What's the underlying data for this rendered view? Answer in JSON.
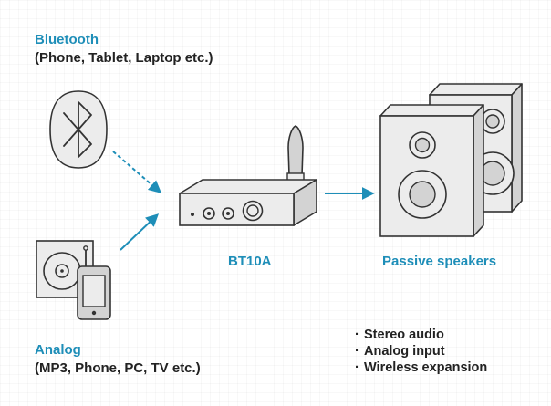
{
  "sources": {
    "bluetooth": {
      "title": "Bluetooth",
      "subtitle": "(Phone, Tablet, Laptop etc.)"
    },
    "analog": {
      "title": "Analog",
      "subtitle": "(MP3, Phone, PC, TV etc.)"
    }
  },
  "device": {
    "label": "BT10A"
  },
  "output": {
    "label": "Passive speakers"
  },
  "features": {
    "bullet": "·",
    "items": [
      "Stereo audio",
      "Analog input",
      "Wireless expansion"
    ]
  },
  "colors": {
    "accent": "#1e8eb8",
    "line": "#333333",
    "fill": "#d3d3d3",
    "fill_light": "#ececec"
  },
  "icons": [
    "bluetooth-icon",
    "turntable-icon",
    "smartphone-icon",
    "amplifier-icon",
    "antenna-icon",
    "speakers-icon"
  ]
}
